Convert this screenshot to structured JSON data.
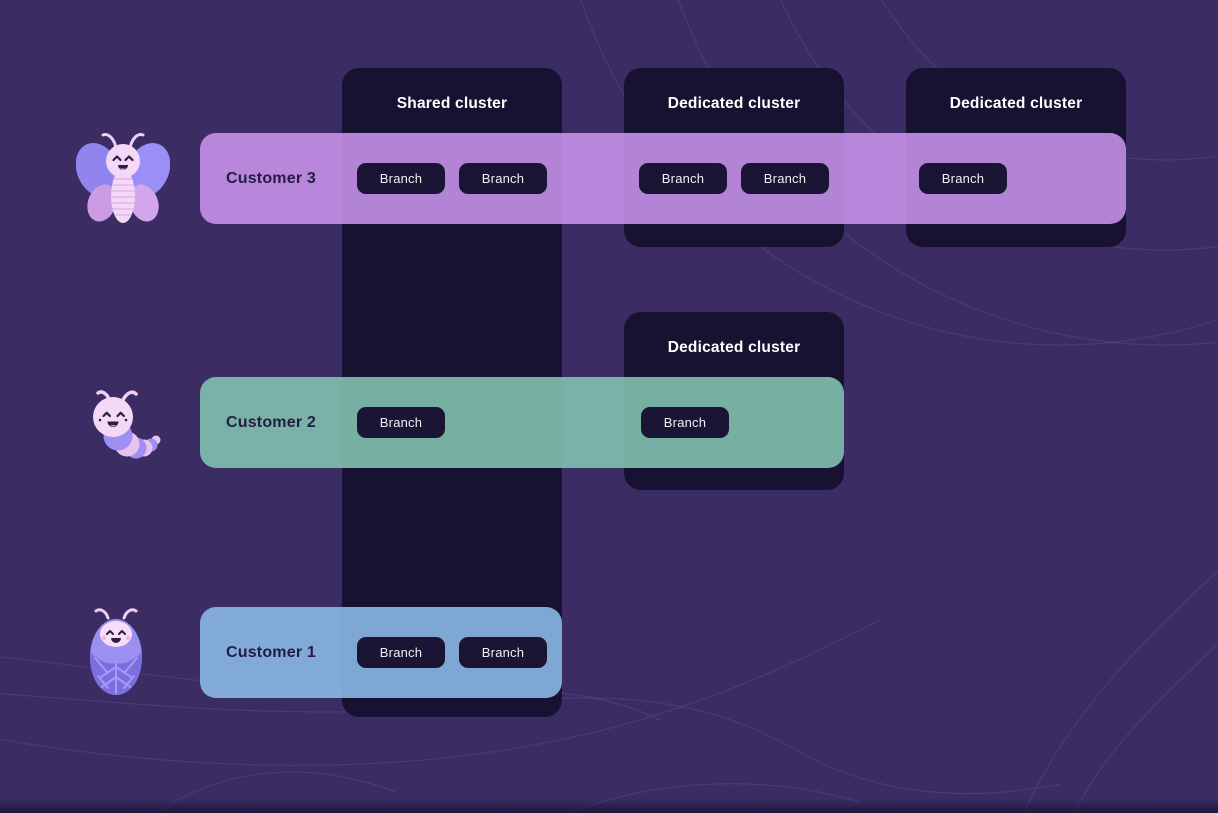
{
  "diagram": {
    "clusters": [
      {
        "name": "shared-cluster",
        "title": "Shared cluster"
      },
      {
        "name": "dedicated-cluster-top",
        "title": "Dedicated cluster"
      },
      {
        "name": "dedicated-cluster-right",
        "title": "Dedicated cluster"
      },
      {
        "name": "dedicated-cluster-middle",
        "title": "Dedicated cluster"
      }
    ],
    "customers": [
      {
        "name": "customer-3",
        "label": "Customer 3",
        "mascot": "butterfly-icon",
        "band_color": "#c994ec"
      },
      {
        "name": "customer-2",
        "label": "Customer 2",
        "mascot": "caterpillar-icon",
        "band_color": "#82c1af"
      },
      {
        "name": "customer-1",
        "label": "Customer 1",
        "mascot": "chrysalis-icon",
        "band_color": "#8bb8e5"
      }
    ],
    "branch_label": "Branch",
    "colors": {
      "background": "#3b2c64",
      "background_lines": "#6a58a8",
      "cluster_fill": "#171231",
      "branch_pill_fill": "#1b1535",
      "cluster_title_text": "#ffffff",
      "customer_label_text": "#241c44",
      "branch_text": "#eef0f6"
    }
  }
}
